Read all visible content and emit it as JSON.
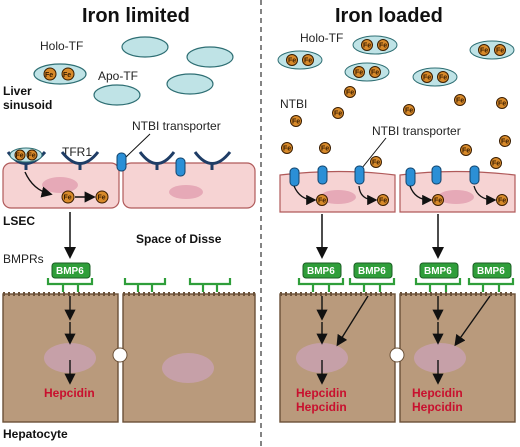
{
  "panels": {
    "left_title": "Iron limited",
    "right_title": "Iron loaded"
  },
  "labels": {
    "holo_tf": "Holo-TF",
    "apo_tf": "Apo-TF",
    "liver": "Liver",
    "sinusoid": "sinusoid",
    "ntbi": "NTBI",
    "ntbi_transporter": "NTBI transporter",
    "tfr1": "TFR1",
    "lsec": "LSEC",
    "space_of_disse": "Space of Disse",
    "bmprs": "BMPRs",
    "bmp6": "BMP6",
    "fe": "Fe",
    "hepcidin": "Hepcidin",
    "hepatocyte": "Hepatocyte"
  },
  "colors": {
    "tf_fill": "#bfe3e6",
    "tf_stroke": "#2f6f74",
    "fe_fill": "#d88a2a",
    "lsec_fill": "#f6d3d3",
    "lsec_stroke": "#b05a5a",
    "transporter": "#2b8fd6",
    "receptor": "#1f3d66",
    "bmp_fill": "#2f9e3a",
    "hepatocyte_fill": "#b99a7c",
    "hepatocyte_stroke": "#6b5138",
    "nucleus": "#c6a0a8",
    "hepcidin": "#c8102e"
  }
}
